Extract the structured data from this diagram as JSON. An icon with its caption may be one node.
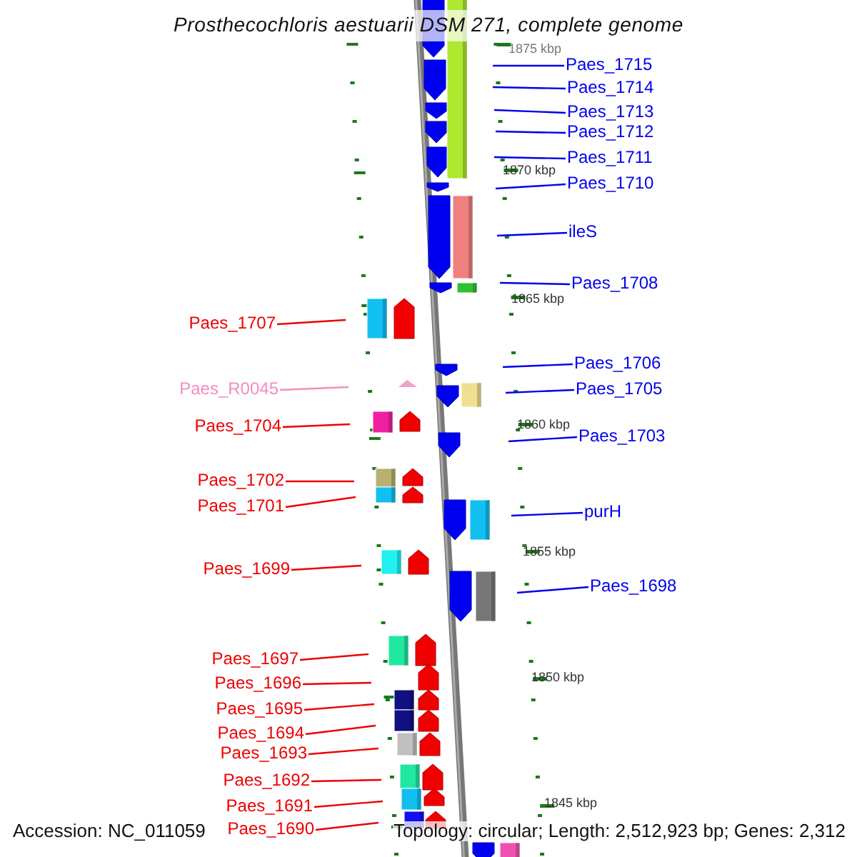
{
  "diagram": {
    "title": "Prosthecochloris aestuarii DSM 271, complete genome",
    "nodes": [
      {
        "text": [
          "Paes_1715"
        ]
      },
      {
        "text": [
          "Paes_1714"
        ]
      },
      {
        "text": [
          "Paes_1713"
        ]
      },
      {
        "text": [
          "Paes_1712"
        ]
      },
      {
        "text": [
          "Paes_1711"
        ]
      },
      {
        "text": [
          "Paes_1710"
        ]
      },
      {
        "text": [
          "ileS"
        ]
      },
      {
        "text": [
          "Paes_1708"
        ]
      },
      {
        "text": [
          "Paes_1707"
        ]
      },
      {
        "text": [
          "Paes_1706"
        ]
      },
      {
        "text": [
          "Paes_1705"
        ]
      },
      {
        "text": [
          "Paes_R0045"
        ]
      },
      {
        "text": [
          "Paes_1704"
        ]
      },
      {
        "text": [
          "Paes_1703"
        ]
      },
      {
        "text": [
          "Paes_1702"
        ]
      },
      {
        "text": [
          "Paes_1701"
        ]
      },
      {
        "text": [
          "purH"
        ]
      },
      {
        "text": [
          "Paes_1699"
        ]
      },
      {
        "text": [
          "Paes_1698"
        ]
      },
      {
        "text": [
          "Paes_1697"
        ]
      },
      {
        "text": [
          "Paes_1696"
        ]
      },
      {
        "text": [
          "Paes_1695"
        ]
      },
      {
        "text": [
          "Paes_1694"
        ]
      },
      {
        "text": [
          "Paes_1693"
        ]
      },
      {
        "text": [
          "Paes_1692"
        ]
      },
      {
        "text": [
          "Paes_1691"
        ]
      },
      {
        "text": [
          "Paes_1690"
        ]
      }
    ],
    "edges": [
      {
        "from": 0,
        "to": null,
        "arrow": "none",
        "color": "#0000ee"
      },
      {
        "from": 1,
        "to": null,
        "arrow": "none",
        "color": "#0000ee"
      },
      {
        "from": 2,
        "to": null,
        "arrow": "none",
        "color": "#0000ee"
      },
      {
        "from": 3,
        "to": null,
        "arrow": "none",
        "color": "#0000ee"
      },
      {
        "from": 4,
        "to": null,
        "arrow": "none",
        "color": "#0000ee"
      },
      {
        "from": 5,
        "to": null,
        "arrow": "none",
        "color": "#0000ee"
      },
      {
        "from": 6,
        "to": null,
        "arrow": "none",
        "color": "#0000ee"
      },
      {
        "from": 7,
        "to": null,
        "arrow": "none",
        "color": "#0000ee"
      },
      {
        "from": 8,
        "to": null,
        "arrow": "none",
        "color": "#ee0000"
      },
      {
        "from": 9,
        "to": null,
        "arrow": "none",
        "color": "#0000ee"
      },
      {
        "from": 10,
        "to": null,
        "arrow": "none",
        "color": "#0000ee"
      },
      {
        "from": 11,
        "to": null,
        "arrow": "none",
        "color": "#f48cc0"
      },
      {
        "from": 12,
        "to": null,
        "arrow": "none",
        "color": "#ee0000"
      },
      {
        "from": 13,
        "to": null,
        "arrow": "none",
        "color": "#0000ee"
      },
      {
        "from": 14,
        "to": null,
        "arrow": "none",
        "color": "#ee0000"
      },
      {
        "from": 15,
        "to": null,
        "arrow": "none",
        "color": "#ee0000"
      },
      {
        "from": 16,
        "to": null,
        "arrow": "none",
        "color": "#0000ee"
      },
      {
        "from": 17,
        "to": null,
        "arrow": "none",
        "color": "#ee0000"
      },
      {
        "from": 18,
        "to": null,
        "arrow": "none",
        "color": "#0000ee"
      },
      {
        "from": 19,
        "to": null,
        "arrow": "none",
        "color": "#ee0000"
      },
      {
        "from": 20,
        "to": null,
        "arrow": "none",
        "color": "#ee0000"
      },
      {
        "from": 21,
        "to": null,
        "arrow": "none",
        "color": "#ee0000"
      },
      {
        "from": 22,
        "to": null,
        "arrow": "none",
        "color": "#ee0000"
      },
      {
        "from": 23,
        "to": null,
        "arrow": "none",
        "color": "#ee0000"
      },
      {
        "from": 24,
        "to": null,
        "arrow": "none",
        "color": "#ee0000"
      },
      {
        "from": 25,
        "to": null,
        "arrow": "none",
        "color": "#ee0000"
      },
      {
        "from": 26,
        "to": null,
        "arrow": "none",
        "color": "#ee0000"
      }
    ],
    "labels": [
      "1875 kbp",
      "1870 kbp",
      "1865 kbp",
      "1860 kbp",
      "1855 kbp",
      "1850 kbp",
      "1845 kbp",
      "Accession: NC_011059",
      "Topology: circular; Length: 2,512,923 bp; Genes: 2,312"
    ]
  }
}
